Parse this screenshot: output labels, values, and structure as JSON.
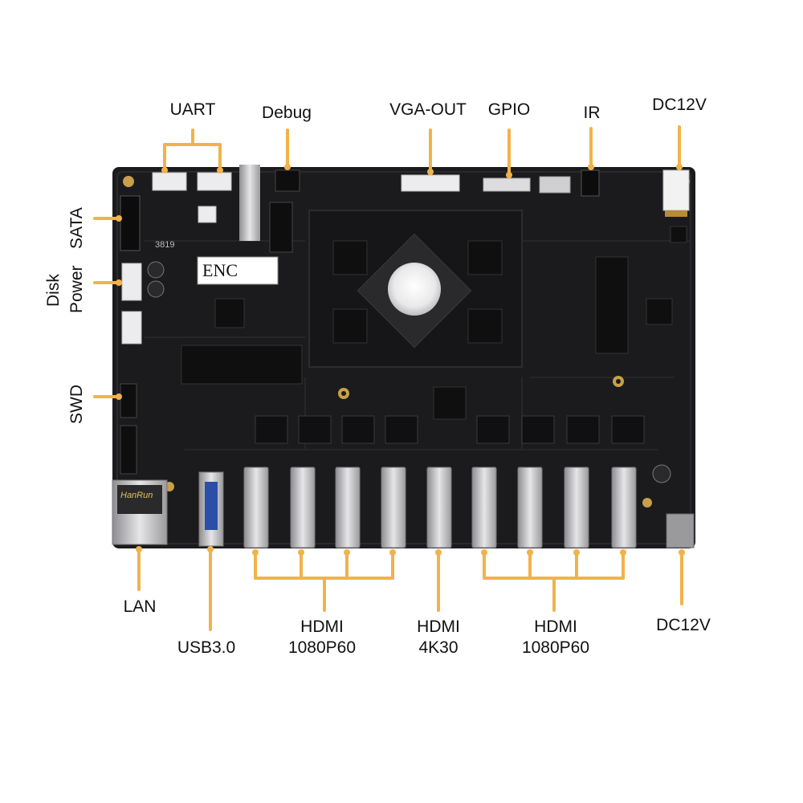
{
  "labels": {
    "uart": "UART",
    "debug": "Debug",
    "vga_out": "VGA-OUT",
    "gpio": "GPIO",
    "ir": "IR",
    "dc12v_top": "DC12V",
    "sata": "SATA",
    "disk": "Disk",
    "power": "Power",
    "swd": "SWD",
    "lan": "LAN",
    "usb": "USB3.0",
    "hdmi_left_line1": "HDMI",
    "hdmi_left_line2": "1080P60",
    "hdmi_mid_line1": "HDMI",
    "hdmi_mid_line2": "4K30",
    "hdmi_right_line1": "HDMI",
    "hdmi_right_line2": "1080P60",
    "dc12v_bottom": "DC12V"
  },
  "board": {
    "logo_text": "ENC",
    "silk_3819": "3819",
    "lan_jack_brand": "HanRun"
  },
  "colors": {
    "board": "#1b1b1d",
    "callout": "#f2b24a",
    "metal": "#c9c9cc",
    "gold": "#c8a04a"
  }
}
